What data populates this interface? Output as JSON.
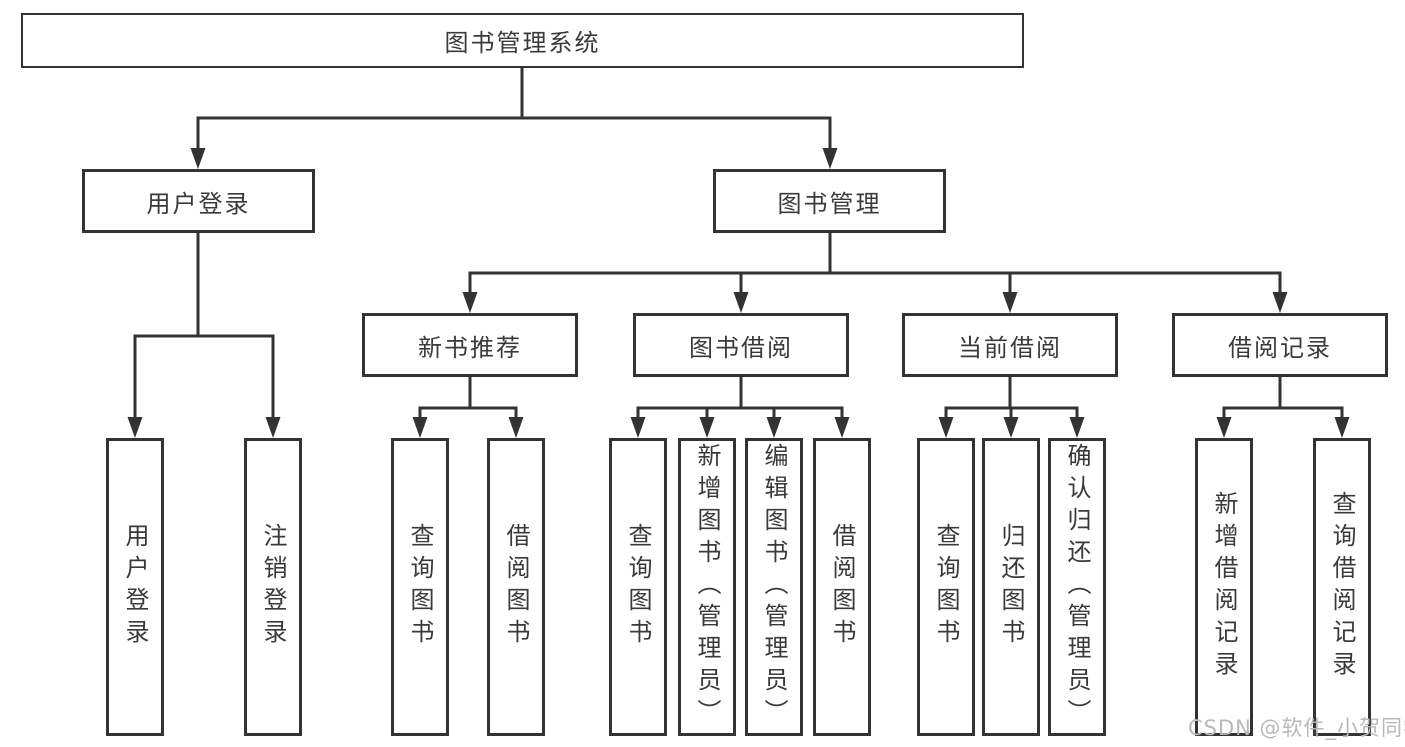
{
  "tree": {
    "root": {
      "label": "图书管理系统",
      "children": [
        {
          "label": "用户登录",
          "children": [
            {
              "label": "用户登录"
            },
            {
              "label": "注销登录"
            }
          ]
        },
        {
          "label": "图书管理",
          "children": [
            {
              "label": "新书推荐",
              "children": [
                {
                  "label": "查询图书"
                },
                {
                  "label": "借阅图书"
                }
              ]
            },
            {
              "label": "图书借阅",
              "children": [
                {
                  "label": "查询图书"
                },
                {
                  "label": "新增图书（管理员）"
                },
                {
                  "label": "编辑图书（管理员）"
                },
                {
                  "label": "借阅图书"
                }
              ]
            },
            {
              "label": "当前借阅",
              "children": [
                {
                  "label": "查询图书"
                },
                {
                  "label": "归还图书"
                },
                {
                  "label": "确认归还（管理员）"
                }
              ]
            },
            {
              "label": "借阅记录",
              "children": [
                {
                  "label": "新增借阅记录"
                },
                {
                  "label": "查询借阅记录"
                }
              ]
            }
          ]
        }
      ]
    }
  },
  "watermark": {
    "text": "CSDN @软件_小贺同学"
  },
  "colors": {
    "line": "#333333",
    "box_border": "#333333",
    "text": "#3a3a3a",
    "background": "#ffffff",
    "watermark": "#b9b9b9"
  }
}
